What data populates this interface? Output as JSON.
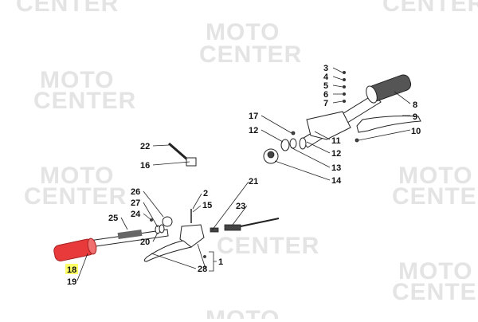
{
  "watermark": {
    "line1": "MOTO",
    "line2": "CENTER"
  },
  "highlight_color": "#ffff66",
  "grip_highlight_color": "#e83a3a",
  "parts": [
    "1",
    "2",
    "3",
    "4",
    "5",
    "6",
    "7",
    "8",
    "9",
    "10",
    "11",
    "12",
    "12",
    "13",
    "14",
    "15",
    "16",
    "17",
    "18",
    "19",
    "20",
    "21",
    "22",
    "23",
    "24",
    "25",
    "26",
    "27",
    "28"
  ],
  "labels": {
    "p3": "3",
    "p4": "4",
    "p5": "5",
    "p6": "6",
    "p7": "7",
    "p8": "8",
    "p9": "9",
    "p10": "10",
    "p11": "11",
    "p12a": "12",
    "p12b": "12",
    "p13": "13",
    "p14": "14",
    "p17": "17",
    "p22": "22",
    "p16": "16",
    "p26": "26",
    "p2": "2",
    "p21": "21",
    "p27": "27",
    "p15": "15",
    "p24": "24",
    "p25": "25",
    "p23": "23",
    "p20": "20",
    "p18": "18",
    "p19": "19",
    "p28": "28",
    "p1": "1"
  },
  "selected_part": "18"
}
